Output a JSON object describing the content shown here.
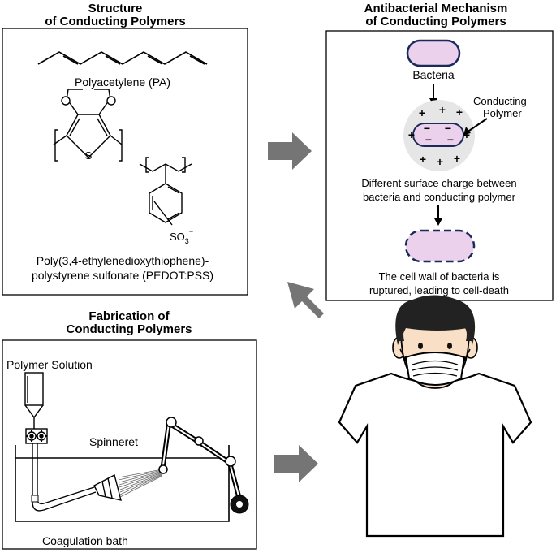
{
  "panels": {
    "structure": {
      "title_line1": "Structure",
      "title_line2": "of Conducting Polymers",
      "pa_label": "Polyacetylene (PA)",
      "thiophene_atom": "S",
      "sulfonate": "SO",
      "sulfonate_sub": "3",
      "sulfonate_sup": "−",
      "pedot_label_line1": "Poly(3,4-ethylenedioxythiophene)-",
      "pedot_label_line2": "polystyrene sulfonate (PEDOT:PSS)"
    },
    "mechanism": {
      "title_line1": "Antibacterial Mechanism",
      "title_line2": "of Conducting Polymers",
      "bacteria_label": "Bacteria",
      "polymer_label_line1": "Conducting",
      "polymer_label_line2": "Polymer",
      "plus": "+",
      "minus": "−",
      "charge_text_line1": "Different surface charge between",
      "charge_text_line2": "bacteria and conducting polymer",
      "rupture_text_line1": "The cell wall of bacteria is",
      "rupture_text_line2": "ruptured, leading to cell-death"
    },
    "fabrication": {
      "title_line1": "Fabrication of",
      "title_line2": "Conducting Polymers",
      "solution_label": "Polymer Solution",
      "spinneret_label": "Spinneret",
      "bath_label": "Coagulation bath"
    }
  },
  "colors": {
    "arrow": "#757575",
    "bacteria_fill": "#ecd1ec",
    "bacteria_stroke": "#1b2a5a",
    "halo": "#e6e6e6",
    "panel_border": "#000000"
  },
  "icons": [
    "flow-arrow-icon",
    "person-icon",
    "face-mask-icon",
    "t-shirt-icon",
    "gear-icon",
    "roller-icon",
    "bacteria-icon"
  ]
}
